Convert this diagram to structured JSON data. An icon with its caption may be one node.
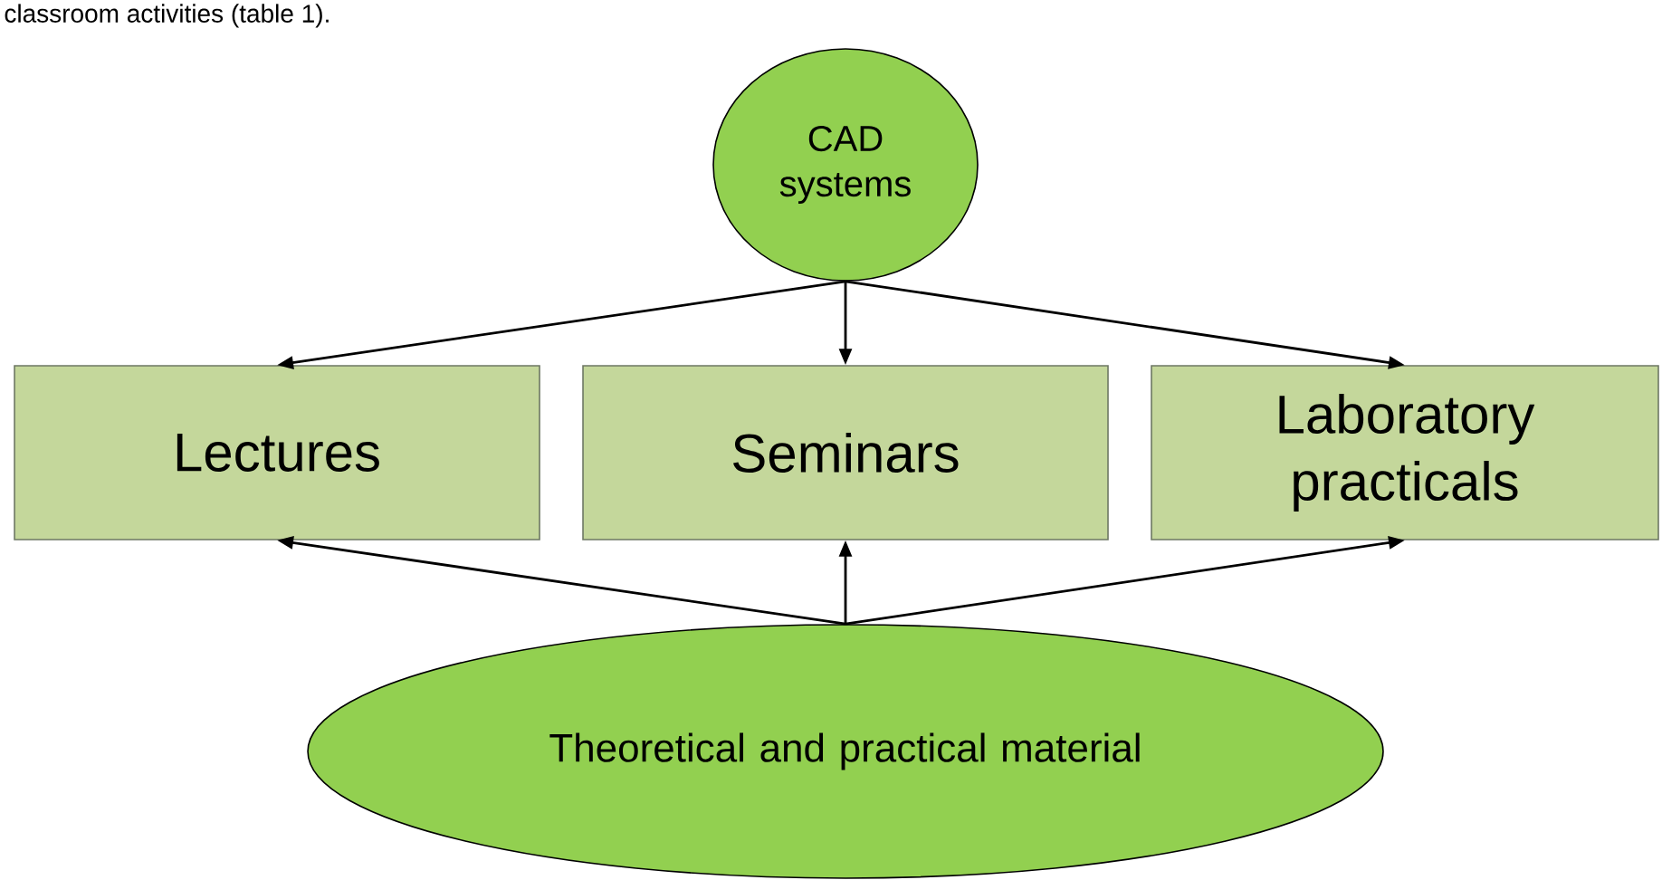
{
  "diagram": {
    "nodes": [
      {
        "text": [
          "CAD systems"
        ]
      },
      {
        "text": [
          "Lectures"
        ]
      },
      {
        "text": [
          "Seminars"
        ]
      },
      {
        "text": [
          "Laboratory practicals"
        ]
      },
      {
        "text": [
          "Theoretical and practical material"
        ]
      }
    ],
    "edges": [
      {
        "from": 0,
        "to": 1,
        "arrow": "to"
      },
      {
        "from": 0,
        "to": 2,
        "arrow": "to"
      },
      {
        "from": 0,
        "to": 3,
        "arrow": "to"
      },
      {
        "from": 4,
        "to": 1,
        "arrow": "to"
      },
      {
        "from": 4,
        "to": 2,
        "arrow": "to"
      },
      {
        "from": 4,
        "to": 3,
        "arrow": "to"
      }
    ],
    "labels": [
      "classroom activities (table 1)."
    ]
  }
}
